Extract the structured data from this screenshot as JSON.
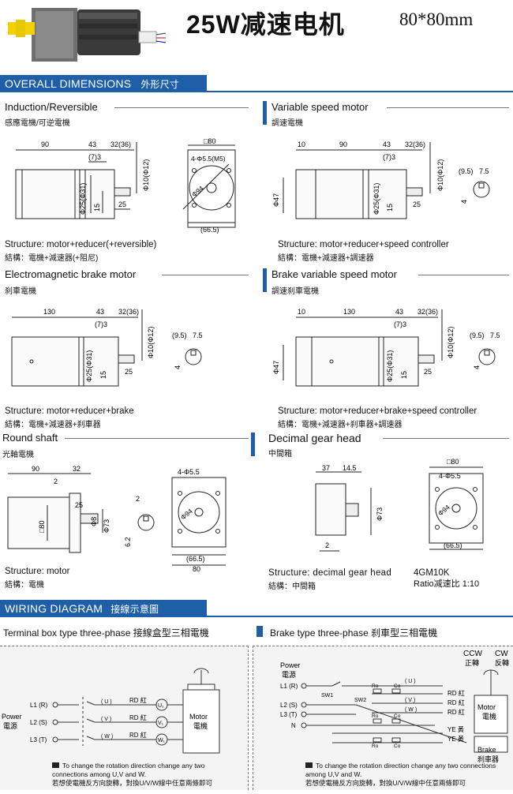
{
  "header": {
    "title": "25W减速电机",
    "size": "80*80mm"
  },
  "sections": {
    "dimensions": "OVERALL DIMENSIONS",
    "dimensions_cn": "外形尺寸",
    "wiring": "WIRING DIAGRAM",
    "wiring_cn": "接線示意圖"
  },
  "panels": {
    "induction": {
      "title": "Induction/Reversible",
      "cn": "感應電機/可逆電機",
      "structure": "Structure: motor+reducer(+reversible)",
      "structure_cn": "結構：電機+減速器(+阻尼)"
    },
    "variable": {
      "title": "Variable speed motor",
      "cn": "調速電機",
      "structure": "Structure: motor+reducer+speed controller",
      "structure_cn": "結構：電機+減速器+調速器"
    },
    "brake": {
      "title": "Electromagnetic brake motor",
      "cn": "刹車電機",
      "structure": "Structure: motor+reducer+brake",
      "structure_cn": "結構：電機+減速器+刹車器"
    },
    "brake_variable": {
      "title": "Brake variable speed motor",
      "cn": "調速刹車電機",
      "structure": "Structure: motor+reducer+brake+speed controller",
      "structure_cn": "結構：電機+減速器+刹車器+調速器"
    },
    "round": {
      "title": "Round shaft",
      "cn": "光軸電機",
      "structure": "Structure: motor",
      "structure_cn": "結構：電機"
    },
    "decimal": {
      "title": "Decimal gear head",
      "cn": "中間箱",
      "structure": "Structure: decimal gear head",
      "structure_cn": "結構：中間箱",
      "model": "4GM10K",
      "ratio": "Ratio减速比  1:10"
    }
  },
  "dims": {
    "d90": "90",
    "d43": "43",
    "d32_36": "32(36)",
    "d7_3": "(7)3",
    "d10_12": "Φ10(Φ12)",
    "d25_31": "Φ25(Φ31)",
    "d15": "15",
    "d25": "25",
    "d80box": "□80",
    "d4m5": "4-Φ5.5(M5)",
    "d94": "Φ94",
    "d66": "(66.5)",
    "d10": "10",
    "d47": "Φ47",
    "d95": "(9.5)",
    "d75": "7.5",
    "d4": "4",
    "d130": "130",
    "d32": "32",
    "d2": "2",
    "d8": "Φ8",
    "d73": "Φ73",
    "d62": "6.2",
    "d55": "4-Φ5.5",
    "d80": "80",
    "d66n": "(66.5)",
    "d37": "37",
    "d145": "14.5",
    "box80": "□80",
    "d80s": "□80"
  },
  "wiring": {
    "left_title": "Terminal box type three-phase 接線盒型三相電機",
    "right_title": "Brake type three-phase 刹車型三相電機",
    "power": "Power",
    "power_cn": "電源",
    "l1": "L1 (R)",
    "l2": "L2 (S)",
    "l3": "L3 (T)",
    "n": "N",
    "u": "( U )",
    "v": "( V )",
    "w": "( W )",
    "rd": "RD 紅",
    "ye": "YE 黃",
    "u1": "U₁",
    "v1": "V₁",
    "w1": "W₁",
    "motor": "Motor",
    "motor_cn": "電機",
    "sw1": "SW1",
    "sw2": "SW2",
    "ro": "Ro",
    "co": "Co",
    "ccw": "CCW",
    "ccw_cn": "正轉",
    "cw": "CW",
    "cw_cn": "反轉",
    "brake": "Brake",
    "brake_cn": "刹車器",
    "note_en": "To change the rotation direction change any two connections among U,V and W.",
    "note_cn": "若想使電機反方向旋轉，對換U/V/W線中任意兩條即可"
  },
  "colors": {
    "accent": "#1f5fa8",
    "yellow": "#f2d100"
  }
}
